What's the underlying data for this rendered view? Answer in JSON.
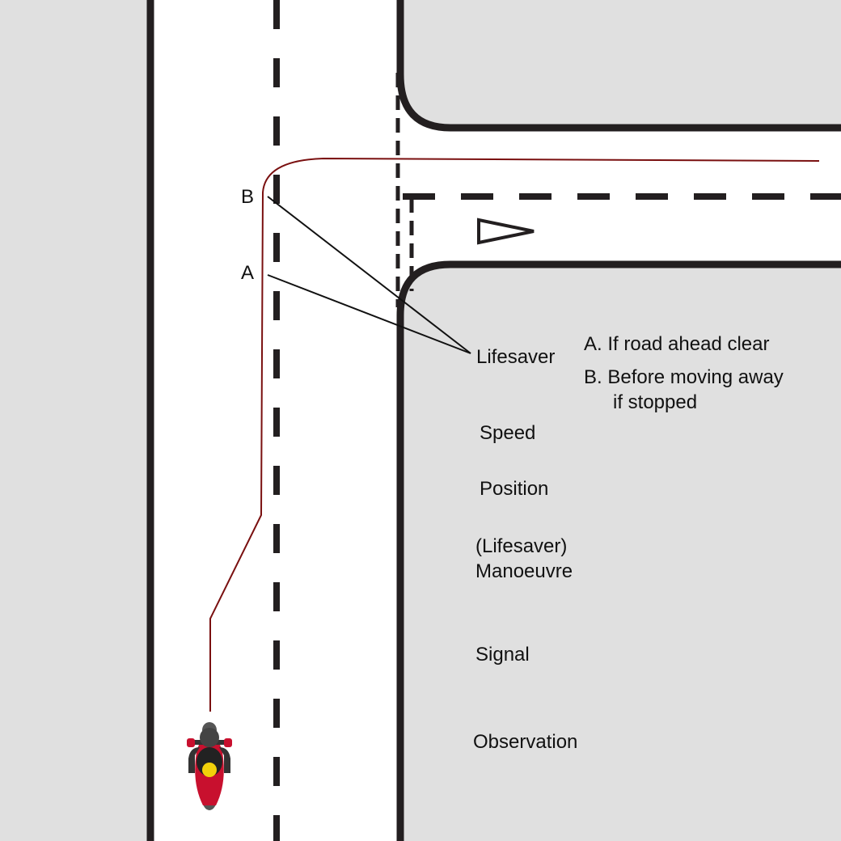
{
  "points": {
    "a": "A",
    "b": "B"
  },
  "callout": "Lifesaver",
  "notes": {
    "a": "A. If road ahead clear",
    "b1": "B. Before moving away",
    "b2": "if stopped"
  },
  "stages": {
    "speed": "Speed",
    "position": "Position",
    "manoeuvre_1": "(Lifesaver)",
    "manoeuvre_2": "Manoeuvre",
    "signal": "Signal",
    "observation": "Observation"
  },
  "icons": {
    "vehicle": "motorcycle-icon",
    "give_way": "give-way-triangle-icon"
  },
  "colors": {
    "road": "#ffffff",
    "verge": "#e0e0e0",
    "kerb": "#231f20",
    "path": "#7a1010",
    "bike": "#c8102e"
  }
}
